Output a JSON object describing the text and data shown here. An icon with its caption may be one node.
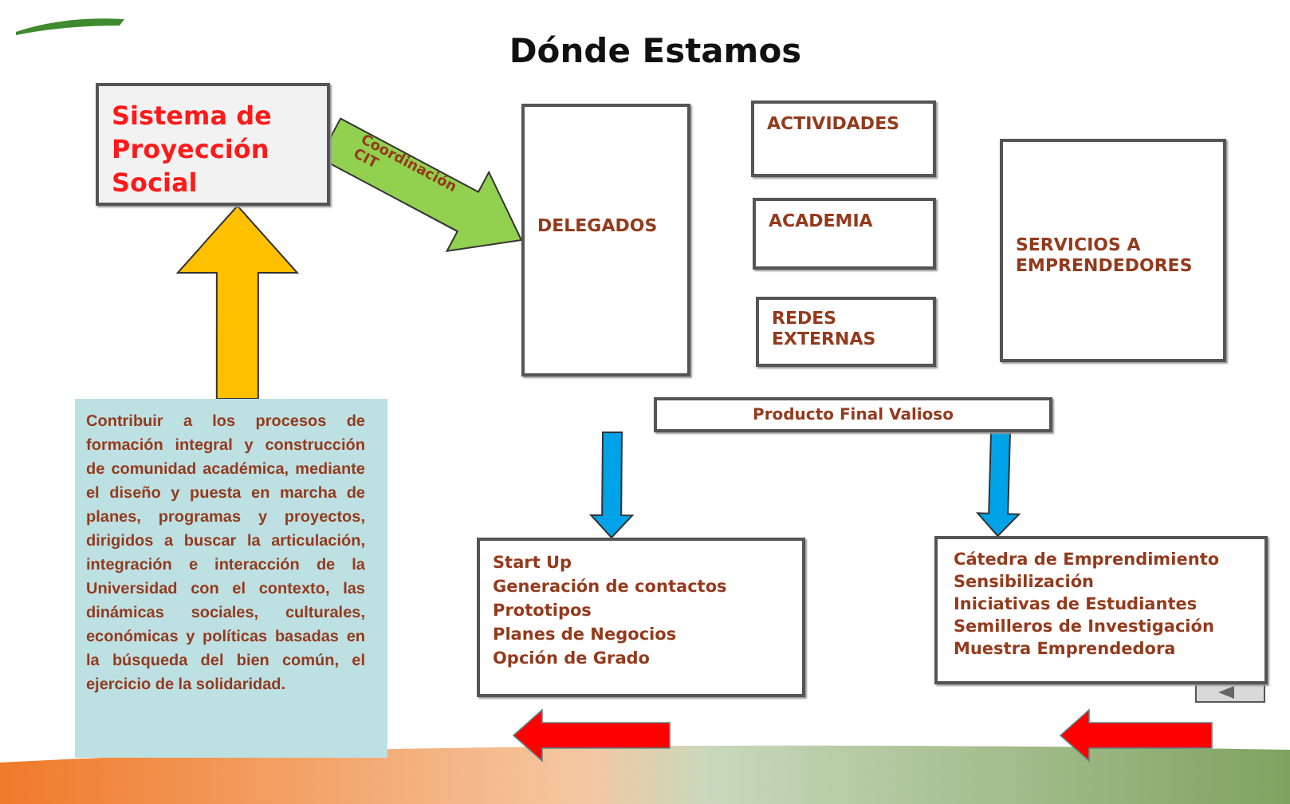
{
  "diagram": {
    "title": "Dónde Estamos",
    "nodes": [
      {
        "text": [
          "Sistema de Proyección Social"
        ]
      },
      {
        "text": [
          "DELEGADOS"
        ]
      },
      {
        "text": [
          "ACTIVIDADES"
        ]
      },
      {
        "text": [
          "ACADEMIA"
        ]
      },
      {
        "text": [
          "REDES EXTERNAS"
        ]
      },
      {
        "text": [
          "SERVICIOS A EMPRENDEDORES"
        ]
      },
      {
        "text": [
          "Producto Final Valioso"
        ]
      },
      {
        "text": [
          "Contribuir a los procesos de formación integral y construcción de comunidad académica, mediante el diseño y puesta en marcha de planes, programas y proyectos, dirigidos a buscar la articulación, integración e interacción de la Universidad con el contexto, las dinámicas sociales, culturales, económicas y políticas basadas en la búsqueda del bien común, el ejercicio de la solidaridad."
        ]
      },
      {
        "text": [
          "Start Up",
          "Generación de contactos",
          "Prototipos",
          "Planes de Negocios",
          "Opción de Grado"
        ]
      },
      {
        "text": [
          "Cátedra de Emprendimiento",
          "Sensibilización",
          "Iniciativas de Estudiantes",
          "Semilleros de Investigación",
          "Muestra Emprendedora"
        ]
      }
    ],
    "edges": [
      {
        "from": 0,
        "to": 1,
        "arrow": "to",
        "label": "Coordinación CIT",
        "style": "thick",
        "color": "#92d050"
      },
      {
        "from": 7,
        "to": 0,
        "arrow": "to",
        "style": "thick",
        "color": "#ffc000"
      },
      {
        "from": 6,
        "to": 8,
        "arrow": "to",
        "style": "thick",
        "color": "#00a2e8"
      },
      {
        "from": 6,
        "to": 9,
        "arrow": "to",
        "style": "thick",
        "color": "#00a2e8"
      }
    ]
  }
}
